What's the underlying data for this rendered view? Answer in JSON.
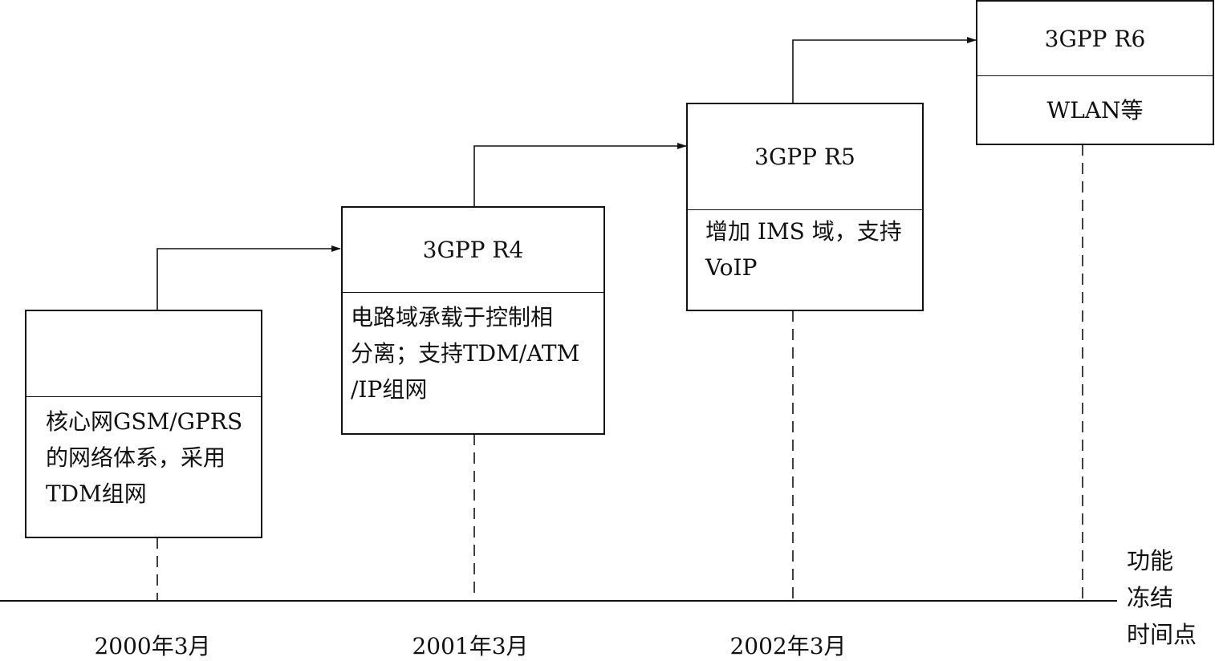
{
  "boxes": [
    {
      "title": "",
      "body": "核心网GSM/GPRS\n的网络体系，采用\nTDM组网"
    },
    {
      "title": "3GPP R4",
      "body": "电路域承载于控制相\n分离；支持TDM/ATM\n/IP组网"
    },
    {
      "title": "3GPP R5",
      "body": "增加 IMS 域，支持\nVoIP"
    },
    {
      "title": "3GPP R6",
      "body": "WLAN等"
    }
  ],
  "timeline": {
    "dates": [
      "2000年3月",
      "2001年3月",
      "2002年3月"
    ],
    "legend": [
      "功能",
      "冻结",
      "时间点"
    ]
  }
}
